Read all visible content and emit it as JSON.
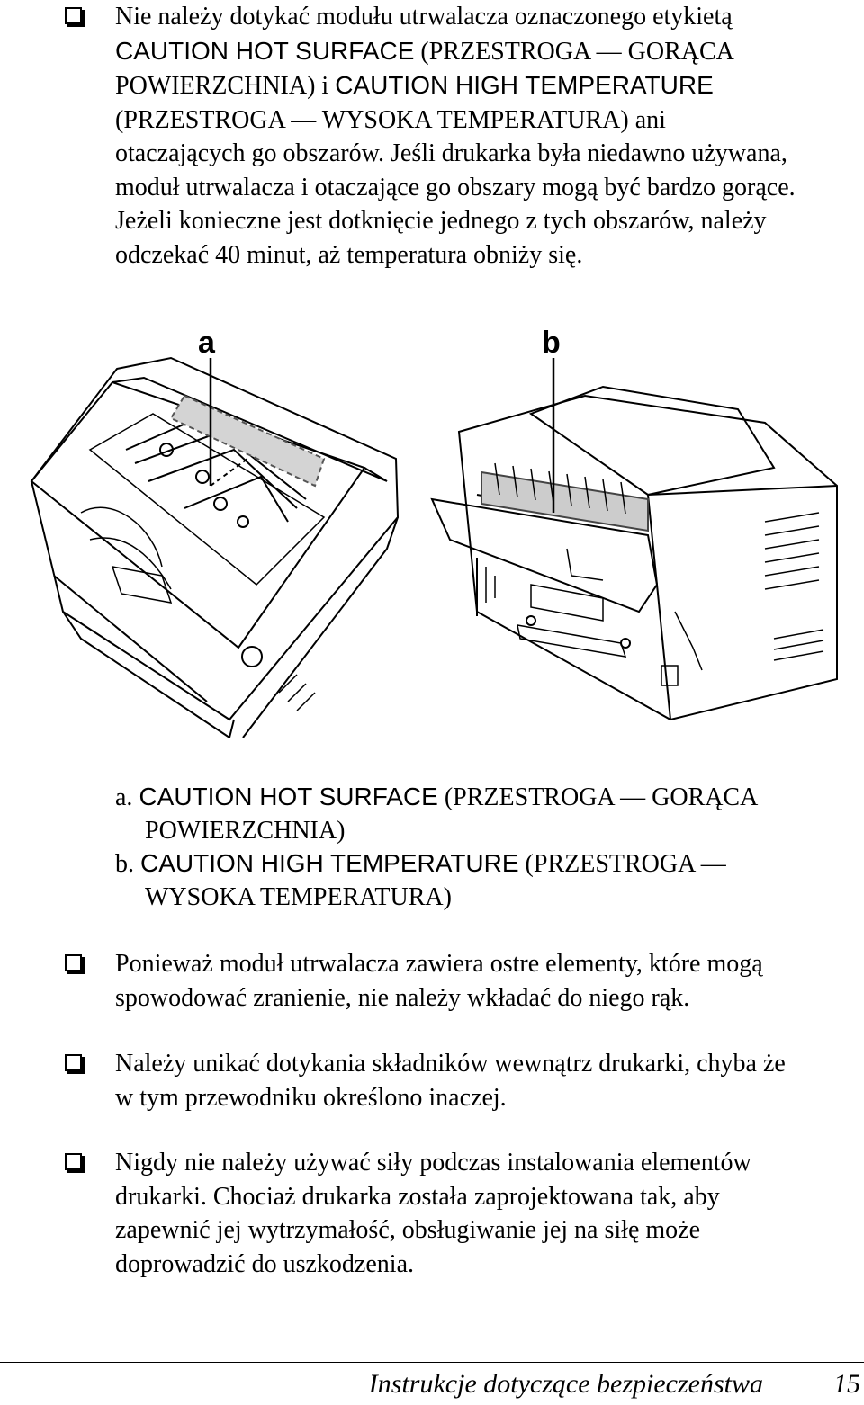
{
  "bullets_top": [
    {
      "lines": [
        [
          {
            "t": "Nie należy dotykać modułu utrwalacza oznaczonego etykietą",
            "s": false
          }
        ],
        [
          {
            "t": "CAUTION HOT SURFACE",
            "s": true
          },
          {
            "t": " (PRZESTROGA — GORĄCA",
            "s": false
          }
        ],
        [
          {
            "t": "POWIERZCHNIA) i ",
            "s": false
          },
          {
            "t": "CAUTION HIGH TEMPERATURE",
            "s": true
          }
        ],
        [
          {
            "t": "(PRZESTROGA — WYSOKA TEMPERATURA) ani",
            "s": false
          }
        ],
        [
          {
            "t": "otaczających go obszarów. Jeśli drukarka była niedawno używana,",
            "s": false
          }
        ],
        [
          {
            "t": "moduł utrwalacza i otaczające go obszary mogą być bardzo gorące.",
            "s": false
          }
        ],
        [
          {
            "t": "Jeżeli konieczne jest dotknięcie jednego z tych obszarów, należy",
            "s": false
          }
        ],
        [
          {
            "t": "odczekać 40 minut, aż temperatura obniży się.",
            "s": false
          }
        ]
      ]
    }
  ],
  "figure": {
    "label_a": "a",
    "label_b": "b"
  },
  "captions": {
    "a_prefix": "a. ",
    "a_sans": "CAUTION HOT SURFACE",
    "a_serif": " (PRZESTROGA — GORĄCA",
    "a_line2": "POWIERZCHNIA)",
    "b_prefix": "b. ",
    "b_sans": "CAUTION HIGH TEMPERATURE",
    "b_serif": " (PRZESTROGA —",
    "b_line2": "WYSOKA TEMPERATURA)"
  },
  "bullets_bottom": [
    {
      "lines": [
        [
          {
            "t": "Ponieważ moduł utrwalacza zawiera ostre elementy, które mogą",
            "s": false
          }
        ],
        [
          {
            "t": "spowodować zranienie, nie należy wkładać do niego rąk.",
            "s": false
          }
        ]
      ]
    },
    {
      "lines": [
        [
          {
            "t": "Należy unikać dotykania składników wewnątrz drukarki, chyba że",
            "s": false
          }
        ],
        [
          {
            "t": "w tym przewodniku określono inaczej.",
            "s": false
          }
        ]
      ]
    },
    {
      "lines": [
        [
          {
            "t": "Nigdy nie należy używać siły podczas instalowania elementów",
            "s": false
          }
        ],
        [
          {
            "t": "drukarki. Chociaż drukarka została zaprojektowana tak, aby",
            "s": false
          }
        ],
        [
          {
            "t": "zapewnić jej wytrzymałość, obsługiwanie jej na siłę może",
            "s": false
          }
        ],
        [
          {
            "t": "doprowadzić do uszkodzenia.",
            "s": false
          }
        ]
      ]
    }
  ],
  "footer": {
    "title": "Instrukcje dotyczące bezpieczeństwa",
    "page": "15"
  }
}
